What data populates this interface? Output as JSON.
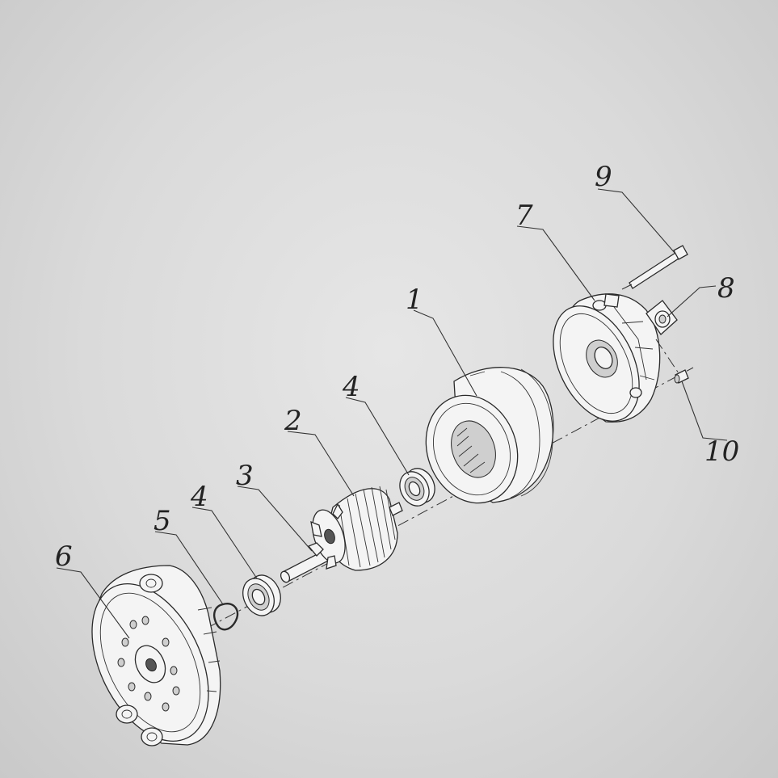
{
  "callouts": [
    {
      "id": "1",
      "text": "1"
    },
    {
      "id": "2",
      "text": "2"
    },
    {
      "id": "3",
      "text": "3"
    },
    {
      "id": "4a",
      "text": "4"
    },
    {
      "id": "4b",
      "text": "4"
    },
    {
      "id": "5",
      "text": "5"
    },
    {
      "id": "6",
      "text": "6"
    },
    {
      "id": "7",
      "text": "7"
    },
    {
      "id": "8",
      "text": "8"
    },
    {
      "id": "9",
      "text": "9"
    },
    {
      "id": "10",
      "text": "10"
    }
  ]
}
